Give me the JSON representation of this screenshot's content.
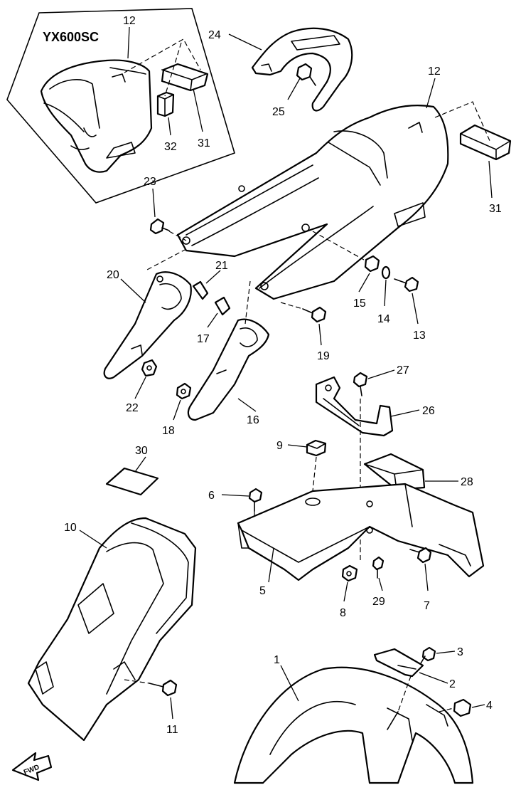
{
  "inset_model_label": "YX600SC",
  "fwd_label": "FWD",
  "callouts": {
    "p1": "1",
    "p2": "2",
    "p3": "3",
    "p4": "4",
    "p5": "5",
    "p6": "6",
    "p7": "7",
    "p8": "8",
    "p9": "9",
    "p10": "10",
    "p11": "11",
    "p12_inset": "12",
    "p12": "12",
    "p13": "13",
    "p14": "14",
    "p15": "15",
    "p16": "16",
    "p17": "17",
    "p18": "18",
    "p19": "19",
    "p20": "20",
    "p21": "21",
    "p22": "22",
    "p23": "23",
    "p24": "24",
    "p25": "25",
    "p26": "26",
    "p27": "27",
    "p28": "28",
    "p29": "29",
    "p30": "30",
    "p31_inset": "31",
    "p31": "31",
    "p32": "32"
  }
}
